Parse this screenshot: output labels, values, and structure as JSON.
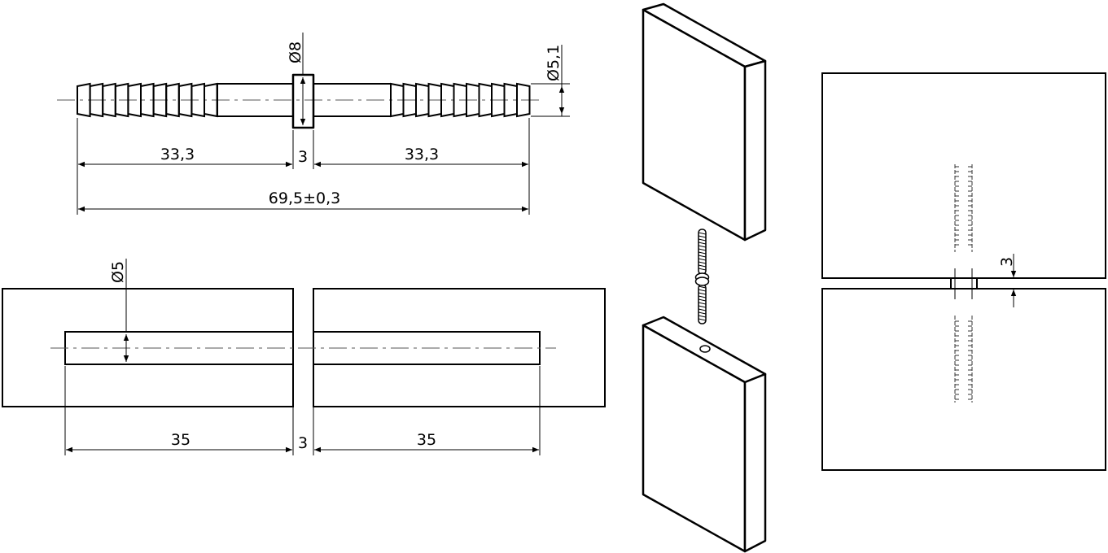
{
  "drawing": {
    "connector_view": {
      "collar_diameter": "Ø8",
      "barb_diameter": "Ø5,1",
      "left_length": "33,3",
      "collar_width": "3",
      "right_length": "33,3",
      "total_length": "69,5±0,3"
    },
    "section_view": {
      "hole_diameter": "Ø5",
      "left_depth": "35",
      "gap": "3",
      "right_depth": "35"
    },
    "assembly_view": {
      "gap": "3"
    }
  }
}
